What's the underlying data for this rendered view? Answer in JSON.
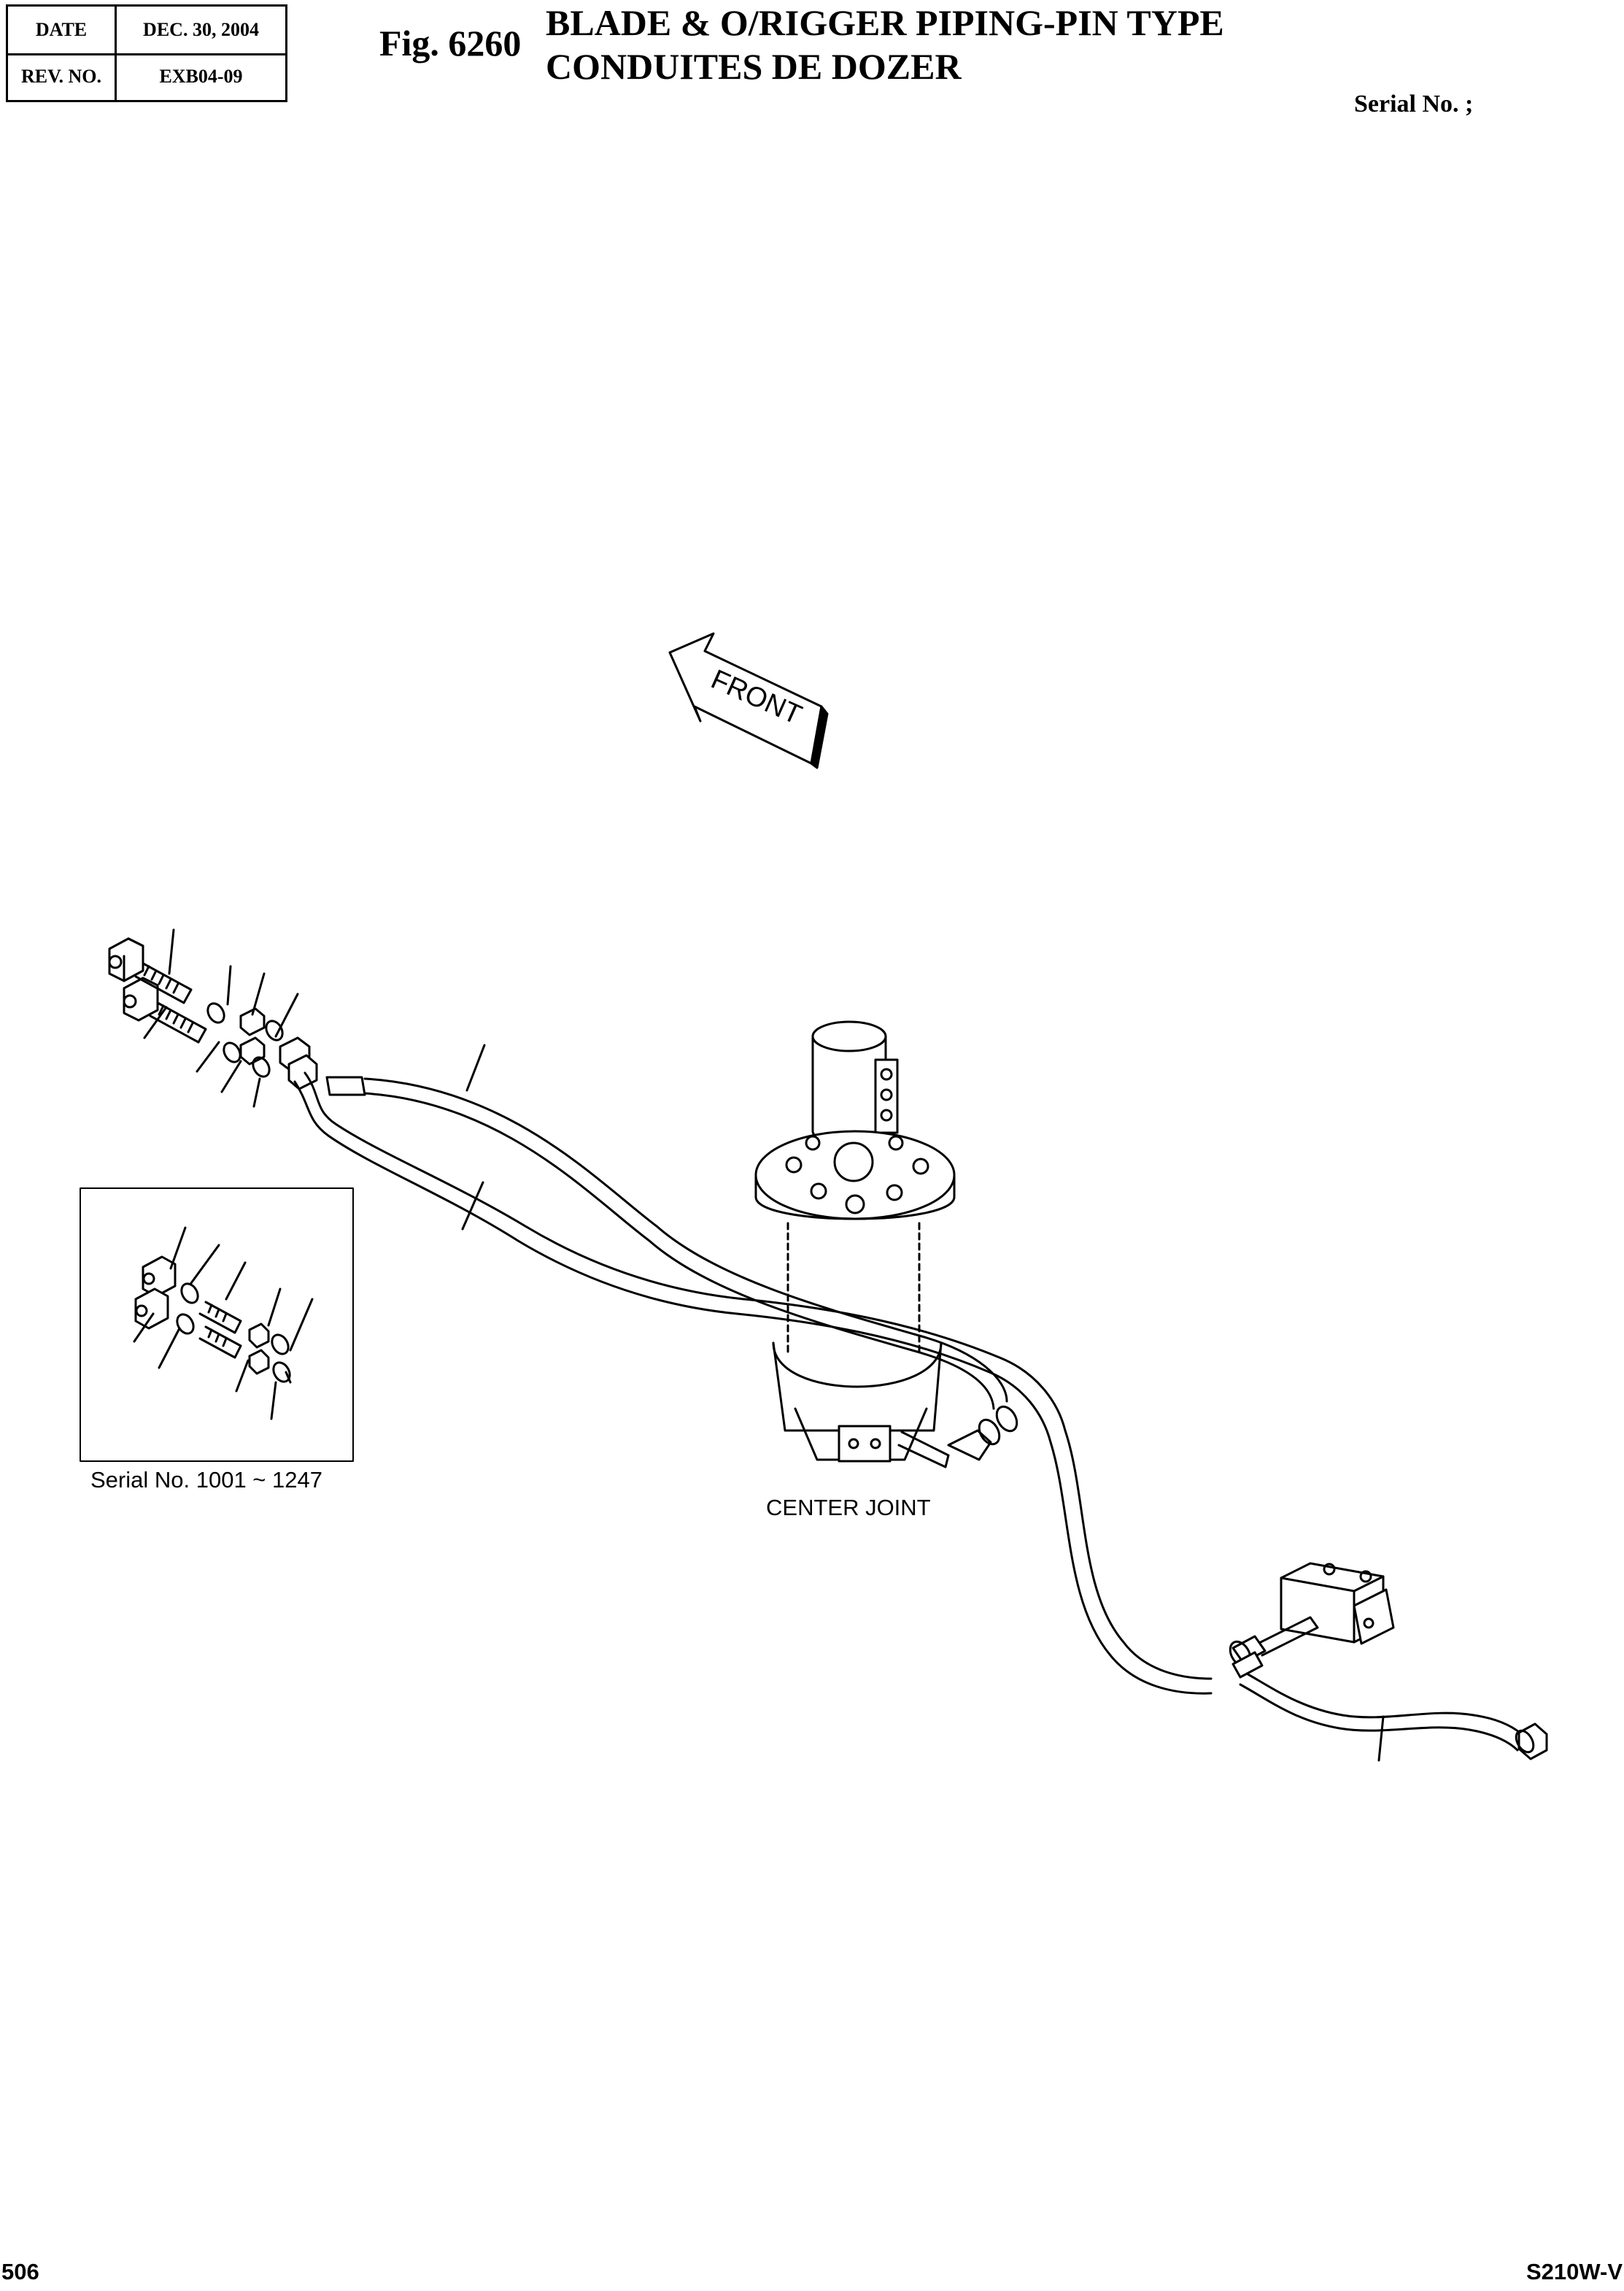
{
  "header": {
    "date_label": "DATE",
    "date_value": "DEC. 30, 2004",
    "rev_label": "REV. NO.",
    "rev_value": "EXB04-09",
    "fig_label": "Fig. 6260",
    "title_en": "BLADE & O/RIGGER PIPING-PIN TYPE",
    "title_fr": "CONDUITES DE DOZER",
    "serial_label": "Serial No. ;"
  },
  "drawing": {
    "front_arrow_label": "FRONT",
    "inset_caption": "Serial No. 1001 ~ 1247",
    "center_joint_label": "CENTER JOINT"
  },
  "footer": {
    "page_number": "506",
    "model": "S210W-V"
  }
}
